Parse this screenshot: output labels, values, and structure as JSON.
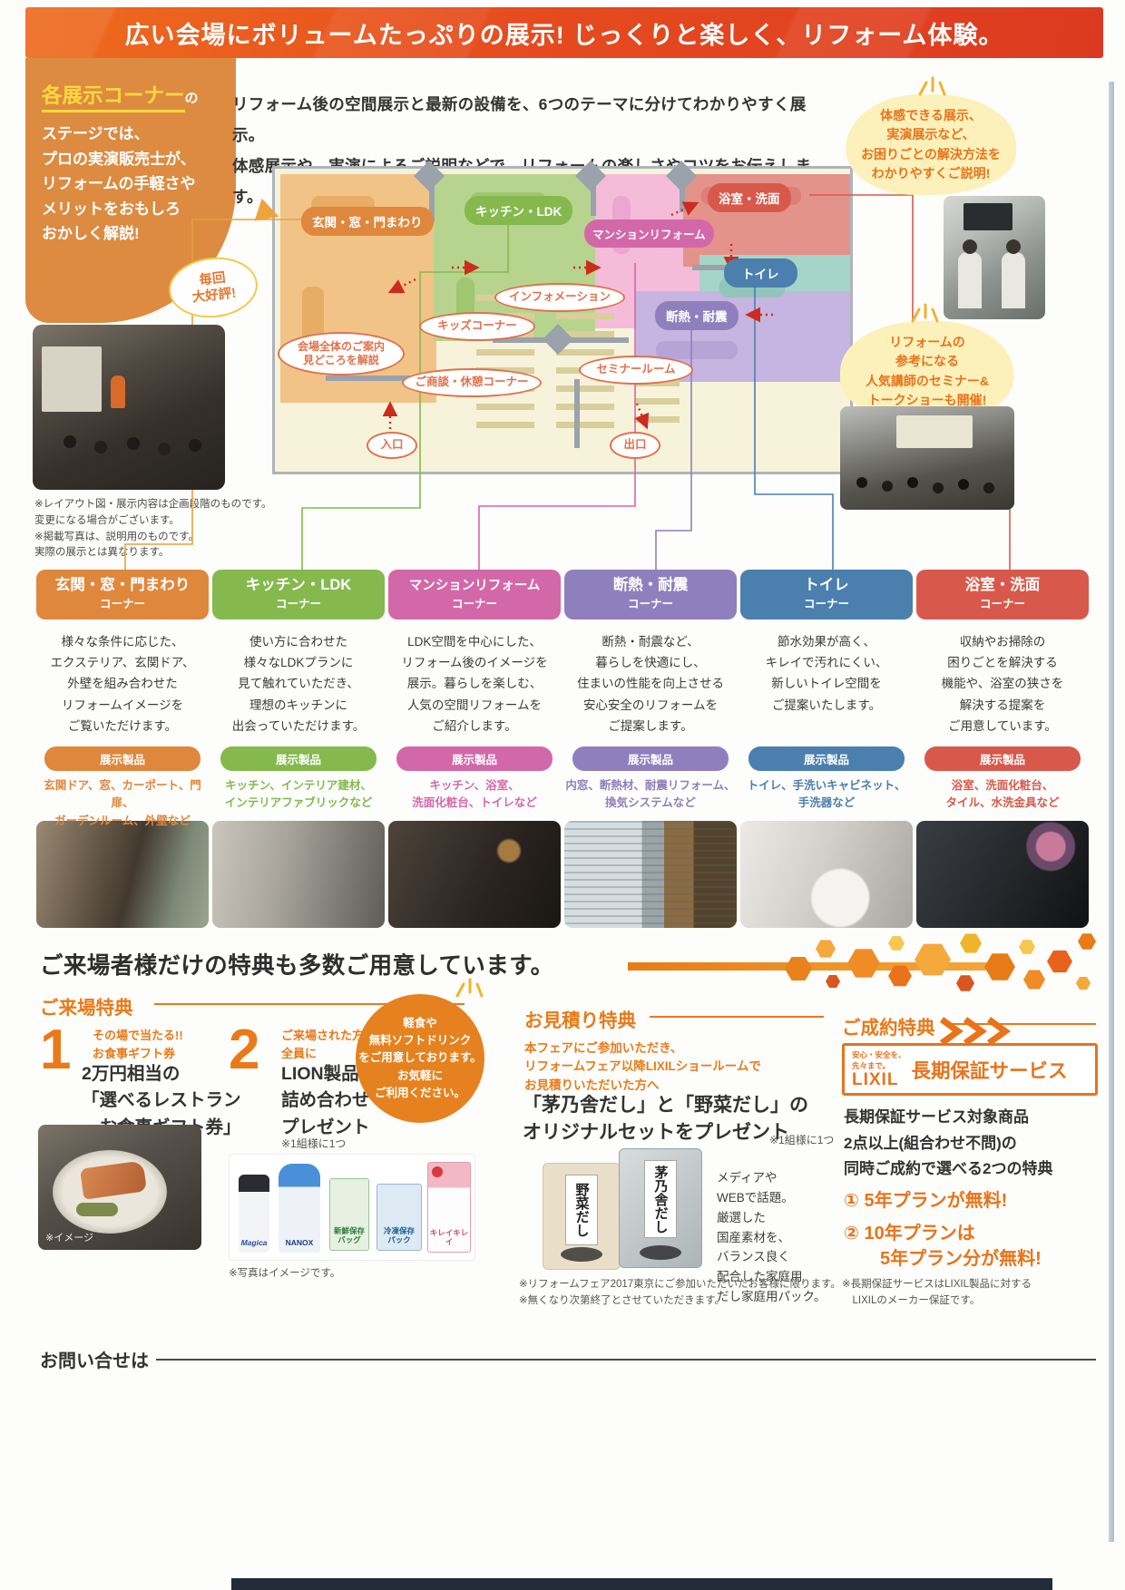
{
  "banner": {
    "title": "広い会場にボリュームたっぷりの展示! じっくりと楽しく、リフォーム体験。"
  },
  "stage_panel": {
    "heading": "各展示コーナー",
    "heading_suffix": "の",
    "body": "ステージでは、\nプロの実演販売士が、\nリフォームの手軽さや\nメリットをおもしろ\nおかしく解説!",
    "bubble": "毎回\n大好評!",
    "notes": "※レイアウト図・展示内容は企画段階のものです。\n変更になる場合がございます。\n※掲載写真は、説明用のものです。\n実際の展示とは異なります。"
  },
  "intro": {
    "text": "リフォーム後の空間展示と最新の設備を、6つのテーマに分けてわかりやすく展示。\n体感展示や、実演によるご説明などで、リフォームの楽しさやコツをお伝えします。"
  },
  "callouts": {
    "experience": "体感できる展示、\n実演展示など、\nお困りごとの解決方法を\nわかりやすくご説明!",
    "seminar": "リフォームの\n参考になる\n人気講師のセミナー&\nトークショーも開催!"
  },
  "map": {
    "badges": [
      {
        "label": "玄関・窓・門まわり",
        "color": "#df873c"
      },
      {
        "label": "キッチン・LDK",
        "color": "#85b94e"
      },
      {
        "label": "マンションリフォーム",
        "color": "#d368a9"
      },
      {
        "label": "浴室・洗面",
        "color": "#d8594b"
      },
      {
        "label": "トイレ",
        "color": "#4b7fae"
      },
      {
        "label": "断熱・耐震",
        "color": "#8f80bd"
      }
    ],
    "areas": [
      {
        "label": "インフォメーション"
      },
      {
        "label": "キッズコーナー"
      },
      {
        "label": "会場全体のご案内\n見どころを解説"
      },
      {
        "label": "ご商談・休憩コーナー"
      },
      {
        "label": "セミナールーム"
      },
      {
        "label": "入口"
      },
      {
        "label": "出口"
      }
    ]
  },
  "corners": [
    {
      "name": "玄関・窓・門まわり",
      "subtitle": "コーナー",
      "color": "#df873c",
      "products_label": "展示製品",
      "desc": "様々な条件に応じた、\nエクステリア、玄関ドア、\n外壁を組み合わせた\nリフォームイメージを\nご覧いただけます。",
      "products": "玄関ドア、窓、カーポート、門扉、\nガーデンルーム、外壁など"
    },
    {
      "name": "キッチン・LDK",
      "subtitle": "コーナー",
      "color": "#85b94e",
      "products_label": "展示製品",
      "desc": "使い方に合わせた\n様々なLDKプランに\n見て触れていただき、\n理想のキッチンに\n出会っていただけます。",
      "products": "キッチン、インテリア建材、\nインテリアファブリックなど"
    },
    {
      "name": "マンションリフォーム",
      "subtitle": "コーナー",
      "color": "#d368a9",
      "products_label": "展示製品",
      "desc": "LDK空間を中心にした、\nリフォーム後のイメージを\n展示。暮らしを楽しむ、\n人気の空間リフォームを\nご紹介します。",
      "products": "キッチン、浴室、\n洗面化粧台、トイレなど"
    },
    {
      "name": "断熱・耐震",
      "subtitle": "コーナー",
      "color": "#8f80bd",
      "products_label": "展示製品",
      "desc": "断熱・耐震など、\n暮らしを快適にし、\n住まいの性能を向上させる\n安心安全のリフォームを\nご提案します。",
      "products": "内窓、断熱材、耐震リフォーム、\n換気システムなど"
    },
    {
      "name": "トイレ",
      "subtitle": "コーナー",
      "color": "#4b7fae",
      "products_label": "展示製品",
      "desc": "節水効果が高く、\nキレイで汚れにくい、\n新しいトイレ空間を\nご提案いたします。",
      "products": "トイレ、手洗いキャビネット、\n手洗器など"
    },
    {
      "name": "浴室・洗面",
      "subtitle": "コーナー",
      "color": "#d8594b",
      "products_label": "展示製品",
      "desc": "収納やお掃除の\n困りごとを解決する\n機能や、浴室の狭さを\n解決する提案を\nご用意しています。",
      "products": "浴室、洗面化粧台、\nタイル、水洗金具など"
    }
  ],
  "benefits": {
    "section_title": "ご来場者様だけの特典も多数ご用意しています。",
    "visit": {
      "heading": "ご来場特典",
      "item1": {
        "num": "1",
        "lead": "その場で当たる!!\nお食事ギフト券",
        "title": "2万円相当の\n「選べるレストラン\n　お食事ギフト券」",
        "caption": "※イメージ"
      },
      "item2": {
        "num": "2",
        "lead": "ご来場された方、\n全員に",
        "title": "LION製品\n詰め合わせ\nプレゼント",
        "note": "※1組様に1つ",
        "caption": "※写真はイメージです。",
        "photo_labels": [
          "Magica",
          "NANOX",
          "新鮮保存\nバッグ",
          "冷凍保存\nパック",
          "キレイキレイ"
        ]
      },
      "bubble": "軽食や\n無料ソフトドリンク\nをご用意しております。\nお気軽に\nご利用ください。"
    },
    "estimate": {
      "heading": "お見積り特典",
      "lead": "本フェアにご参加いただき、\nリフォームフェア以降LIXILショールームで\nお見積りいただいた方へ",
      "title": "「茅乃舎だし」と「野菜だし」の\nオリジナルセットをプレゼント",
      "note": "※1組様に1つ",
      "package1": "野菜だし",
      "package2": "茅乃舎だし",
      "desc": "メディアや\nWEBで話題。\n厳選した\n国産素材を、\nバランス良く\n配合した家庭用\nだし家庭用パック。",
      "footnotes": "※リフォームフェア2017東京にご参加いただいたお客様に限ります。\n※無くなり次第終了とさせていただきます。"
    },
    "contract": {
      "heading": "ご成約特典",
      "logo_tagline": "安心・安全を、\n先々まで。",
      "logo_brand": "LIXIL",
      "logo_service": "長期保証サービス",
      "body": "長期保証サービス対象商品\n2点以上(組合わせ不問)の\n同時ご成約で選べる2つの特典",
      "offer1": "① 5年プランが無料!",
      "offer2": "② 10年プランは\n　　5年プラン分が無料!",
      "footnote": "※長期保証サービスはLIXIL製品に対する\n　LIXILのメーカー保証です。"
    }
  },
  "contact": {
    "label": "お問い合せは"
  }
}
